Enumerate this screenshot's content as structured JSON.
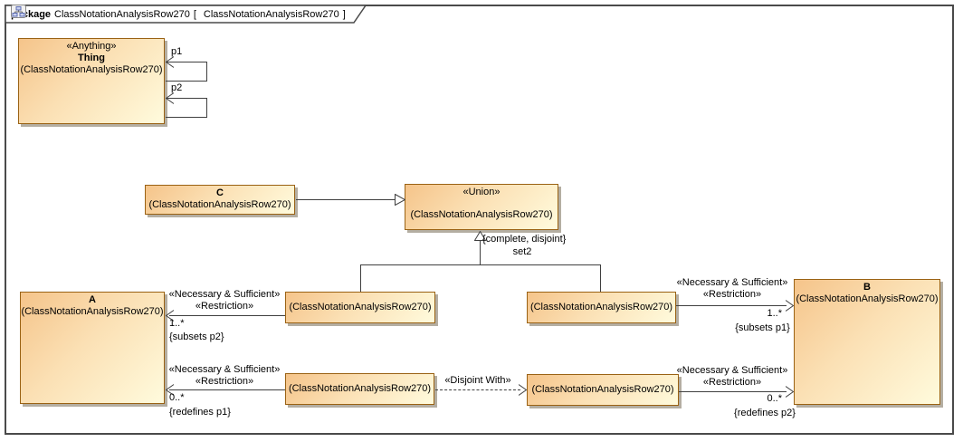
{
  "header": {
    "keyword": "package",
    "package_name": "ClassNotationAnalysisRow270",
    "bracket_open": "[",
    "diagram_name": "ClassNotationAnalysisRow270",
    "bracket_close": "]"
  },
  "colors": {
    "box_fill_start": "#f5c48a",
    "box_fill_end": "#fffbdd",
    "box_border": "#9a6214",
    "box_shadow": "#b4aea2",
    "line": "#3f3f3f",
    "frame_border": "#4a4a4a"
  },
  "nodes": {
    "thing": {
      "stereotype": "«Anything»",
      "name": "Thing",
      "qualifier": "(ClassNotationAnalysisRow270)"
    },
    "c": {
      "name": "C",
      "qualifier": "(ClassNotationAnalysisRow270)"
    },
    "union": {
      "stereotype": "«Union»",
      "qualifier": "(ClassNotationAnalysisRow270)"
    },
    "a": {
      "name": "A",
      "qualifier": "(ClassNotationAnalysisRow270)"
    },
    "b": {
      "name": "B",
      "qualifier": "(ClassNotationAnalysisRow270)"
    },
    "restriction_top_left": {
      "qualifier": "(ClassNotationAnalysisRow270)"
    },
    "restriction_top_right": {
      "qualifier": "(ClassNotationAnalysisRow270)"
    },
    "restriction_bottom_left": {
      "qualifier": "(ClassNotationAnalysisRow270)"
    },
    "restriction_bottom_right": {
      "qualifier": "(ClassNotationAnalysisRow270)"
    }
  },
  "edges": {
    "p1": {
      "name": "p1"
    },
    "p2": {
      "name": "p2"
    },
    "generalization_set": {
      "constraint": "{complete, disjoint}",
      "name": "set2"
    },
    "assoc_top_left": {
      "stereotype1": "«Necessary & Sufficient»",
      "stereotype2": "«Restriction»",
      "multiplicity": "1..*",
      "constraint": "{subsets p2}"
    },
    "assoc_bottom_left": {
      "stereotype1": "«Necessary & Sufficient»",
      "stereotype2": "«Restriction»",
      "multiplicity": "0..*",
      "constraint": "{redefines p1}"
    },
    "assoc_top_right": {
      "stereotype1": "«Necessary & Sufficient»",
      "stereotype2": "«Restriction»",
      "multiplicity": "1..*",
      "constraint": "{subsets p1}"
    },
    "assoc_bottom_right": {
      "stereotype1": "«Necessary & Sufficient»",
      "stereotype2": "«Restriction»",
      "multiplicity": "0..*",
      "constraint": "{redefines p2}"
    },
    "disjoint_with": {
      "label": "«Disjoint With»"
    }
  }
}
